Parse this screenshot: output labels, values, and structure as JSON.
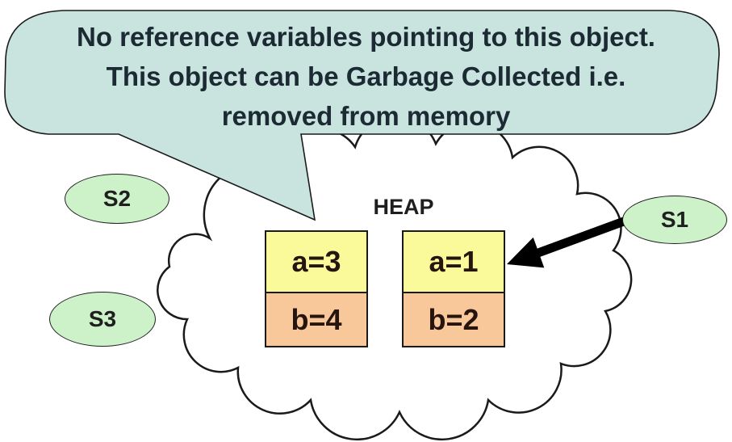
{
  "callout": {
    "lines": [
      "No reference variables pointing to this object.",
      "This object can be Garbage Collected i.e.",
      "removed from memory"
    ]
  },
  "heap": {
    "label": "HEAP"
  },
  "heap_objects": [
    {
      "id": "object-left",
      "fields": [
        {
          "value": "a=3"
        },
        {
          "value": "b=4"
        }
      ]
    },
    {
      "id": "object-right",
      "fields": [
        {
          "value": "a=1"
        },
        {
          "value": "b=2"
        }
      ]
    }
  ],
  "reference_variables": [
    {
      "label": "S2"
    },
    {
      "label": "S3"
    },
    {
      "label": "S1"
    }
  ],
  "relations": [
    {
      "from": "S1",
      "to": "object-right",
      "type": "reference-arrow"
    }
  ],
  "colors": {
    "callout_fill": "#c9e3df",
    "cloud_fill": "#ffffff",
    "field_a_fill": "#fafa9a",
    "field_b_fill": "#f8c89a",
    "reference_fill": "#cdf2ca",
    "outline": "#1a1a1a",
    "arrow": "#000000",
    "callout_text": "#1b2a33"
  }
}
